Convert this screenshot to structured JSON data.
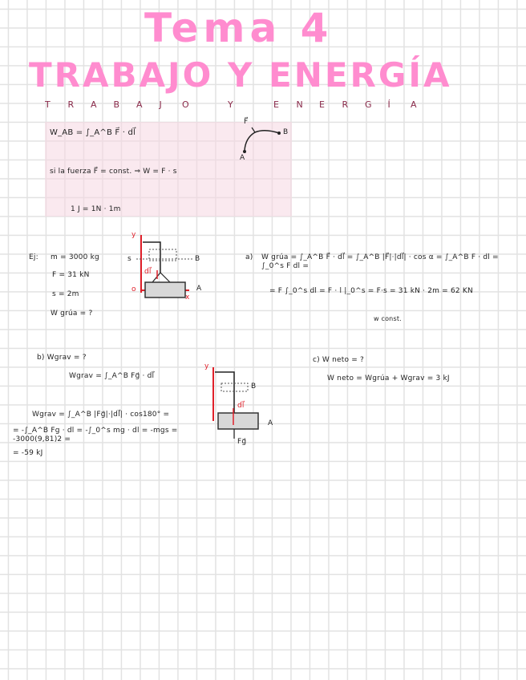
{
  "title": {
    "topic": "Tema 4",
    "subject": "TRABAJO Y ENERGÍA",
    "subject_letters": [
      "T",
      "R",
      "A",
      "B",
      "A",
      "J",
      "O",
      "",
      "Y",
      "",
      "E",
      "N",
      "E",
      "R",
      "G",
      "Í",
      "A"
    ]
  },
  "definition": {
    "work_formula": "W_AB = ∫_A^B F⃗ · dl⃗",
    "constant_force": "si la fuerza F⃗ = const.  ⇒ W = F · s",
    "joule": "1 J = 1N · 1m",
    "diagram_labels": {
      "a": "A",
      "b": "B",
      "f": "F⃗"
    }
  },
  "example": {
    "label": "Ej:",
    "givens": [
      "m = 3000 kg",
      "F = 31 kN",
      "s = 2m",
      "W grúa = ?"
    ],
    "diagram1": {
      "y": "y",
      "s": "s",
      "b": "B",
      "o": "o",
      "x": "x",
      "a": "A",
      "dl": "dl⃗"
    },
    "part_a": {
      "label": "a)",
      "line1": "W grúa = ∫_A^B F⃗ · dl⃗ = ∫_A^B |F⃗|·|dl⃗| · cos α = ∫_A^B F · dl = ∫_0^s F dl =",
      "line2": "= F ∫_0^s dl = F · l |_0^s = F·s = 31 kN · 2m = 62 KN",
      "note": "w const."
    },
    "part_b": {
      "label": "b) Wgrav = ?",
      "line1": "Wgrav = ∫_A^B Fg⃗ · dl⃗",
      "line2": "Wgrav = ∫_A^B |Fg⃗|·|dl⃗| · cos180° =",
      "line3": "= -∫_A^B Fg · dl = -∫_0^s mg · dl = -mgs = -3000(9,81)2 =",
      "line4": "= -59 kJ",
      "diagram": {
        "y": "y",
        "b": "B",
        "a": "A",
        "dl": "dl⃗",
        "fg": "Fg⃗"
      }
    },
    "part_c": {
      "label": "c) W neto = ?",
      "line1": "W neto = Wgrúa + Wgrav = 3 kJ"
    }
  },
  "colors": {
    "title": "#ff8ccf",
    "highlight_box": "#f6d7e2",
    "diagram_red": "#e0202a",
    "grid": "#e2e2e2"
  }
}
